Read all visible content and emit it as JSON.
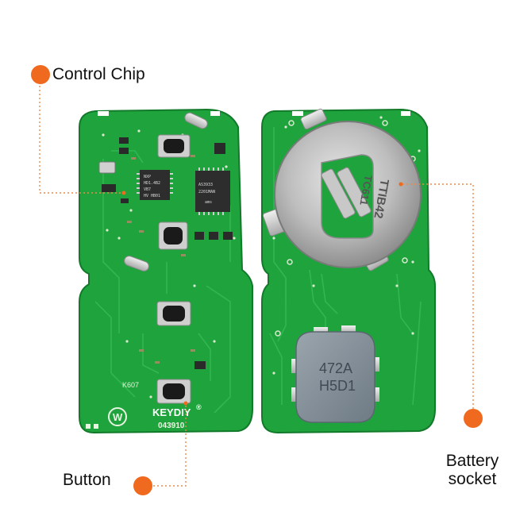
{
  "callouts": {
    "control_chip": "Control Chip",
    "button": "Button",
    "battery_socket_line1": "Battery",
    "battery_socket_line2": "socket"
  },
  "board_front": {
    "model_code": "K607",
    "brand": "KEYDIY",
    "registered_mark": "®",
    "serial": "043910",
    "logo_letter": "W",
    "mcu_marking": [
      "NXP",
      "HD1.4B2",
      "VB7",
      "HV HB01"
    ],
    "rf_chip_marking": [
      "AS3933",
      "2201MAN",
      "ams"
    ]
  },
  "board_back": {
    "battery_marking": [
      "TTIB42",
      "TC611"
    ],
    "coil_marking": [
      "472A",
      "H5D1"
    ]
  },
  "colors": {
    "accent_dot": "#ef6a1f",
    "leader_line": "#e98a4a",
    "pcb_green": "#1fa33c",
    "pcb_dark": "#127a2a",
    "silkscreen": "#e8f5e0"
  }
}
